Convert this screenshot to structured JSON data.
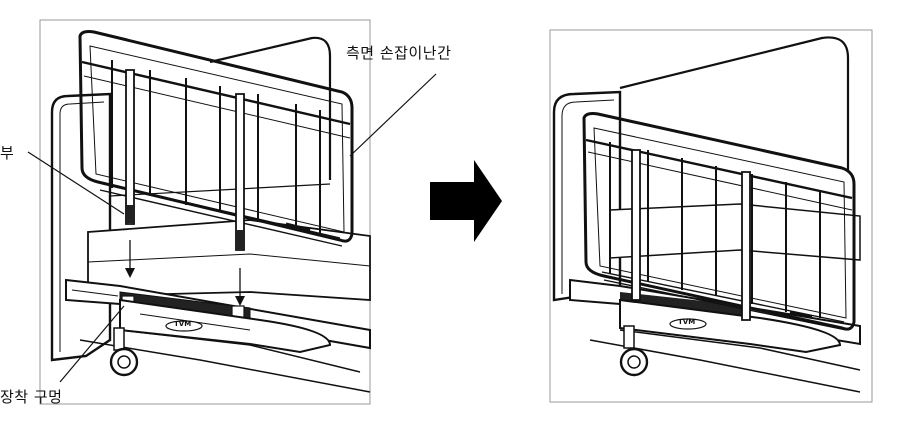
{
  "labels": {
    "side_rail": "측면 손잡이난간",
    "leg_part": "부",
    "mount_hole": "장착 구멍",
    "brand_mark": "TVM"
  }
}
